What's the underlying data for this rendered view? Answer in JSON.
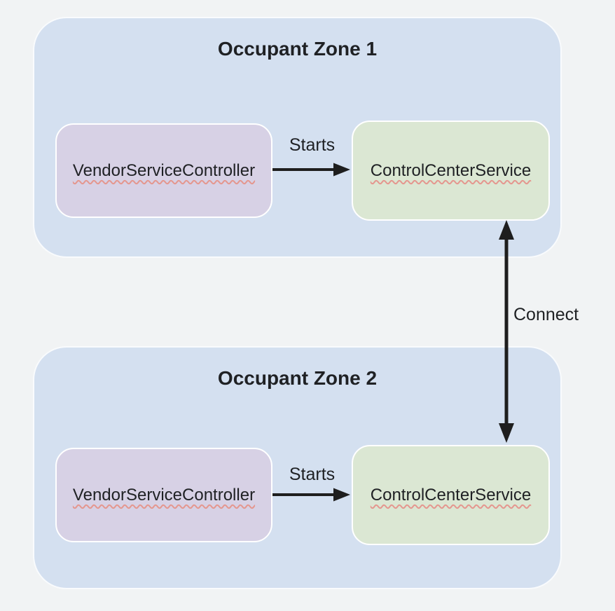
{
  "page": {
    "background": "#f1f3f4"
  },
  "colors": {
    "page_background": "#f1f3f4",
    "zone_fill": "#d4e0f0",
    "vendor_fill": "#d7d1e5",
    "control_fill": "#dbe7d3",
    "box_border": "#ffffff",
    "arrow_color": "#1e1e1e",
    "text_color": "#1f2124",
    "underline_color": "#e4978f"
  },
  "zones": [
    {
      "title": "Occupant Zone 1",
      "vendor_box": {
        "label": "VendorServiceController"
      },
      "control_box": {
        "label": "ControlCenterService"
      },
      "arrow": {
        "label": "Starts",
        "from": "VendorServiceController",
        "to": "ControlCenterService",
        "direction": "right"
      }
    },
    {
      "title": "Occupant Zone 2",
      "vendor_box": {
        "label": "VendorServiceController"
      },
      "control_box": {
        "label": "ControlCenterService"
      },
      "arrow": {
        "label": "Starts",
        "from": "VendorServiceController",
        "to": "ControlCenterService",
        "direction": "right"
      }
    }
  ],
  "connector": {
    "label": "Connect",
    "from": "ControlCenterService (Occupant Zone 1)",
    "to": "ControlCenterService (Occupant Zone 2)",
    "direction": "bidirectional"
  }
}
